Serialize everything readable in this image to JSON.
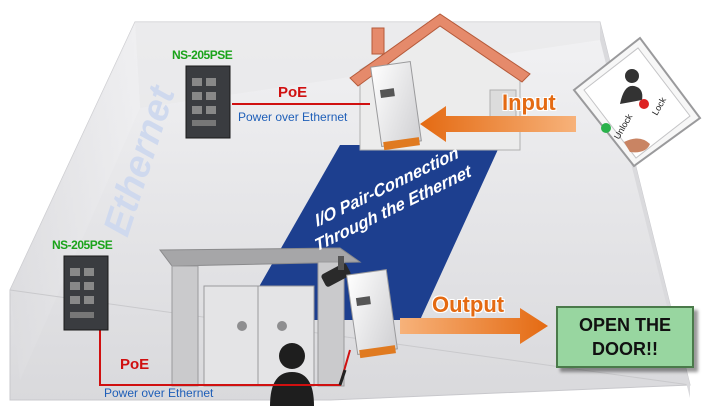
{
  "switches": [
    {
      "name": "NS-205PSE"
    },
    {
      "name": "NS-205PSE"
    }
  ],
  "poe_links": [
    {
      "label": "PoE",
      "sub": "Power over Ethernet"
    },
    {
      "label": "PoE",
      "sub": "Power over Ethernet"
    }
  ],
  "network_label": "Ethernet",
  "carpet_text": {
    "line1": "I/O Pair-Connection",
    "line2": "Through the Ethernet"
  },
  "input_label": "Input",
  "output_label": "Output",
  "panel": {
    "unlock": "Unlock",
    "lock": "Lock"
  },
  "door_message": {
    "line1": "OPEN THE",
    "line2": "DOOR!!"
  },
  "colors": {
    "arrow": "#e46a12",
    "carpet": "#1d3f8f",
    "cable": "#d01010",
    "switch_label": "#1aa31a",
    "door_box": "#98d6a0"
  },
  "icons": [
    "ethernet-switch-icon",
    "io-module-icon",
    "house-icon",
    "security-camera-icon",
    "person-icon",
    "gate-icon",
    "control-panel-icon"
  ]
}
